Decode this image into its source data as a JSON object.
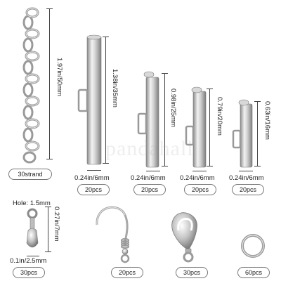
{
  "items": {
    "extender_chain": {
      "length_label": "1.97in/50mm",
      "qty": "30strand"
    },
    "slide_tube_1": {
      "height_label": "1.38in/35mm",
      "width_label": "0.24in/6mm",
      "qty": "20pcs"
    },
    "slide_tube_2": {
      "height_label": "0.98in/25mm",
      "width_label": "0.24in/6mm",
      "qty": "20pcs"
    },
    "slide_tube_3": {
      "height_label": "0.79in/20mm",
      "width_label": "0.24in/6mm",
      "qty": "20pcs"
    },
    "slide_tube_4": {
      "height_label": "0.63in/16mm",
      "width_label": "0.24in/6mm",
      "qty": "20pcs"
    },
    "chain_end_drop": {
      "hole_label": "Hole: 1.5mm",
      "height_label": "0.27in/7mm",
      "width_label": "0.1in/2.5mm",
      "qty": "30pcs"
    },
    "earring_hook": {
      "qty": "20pcs"
    },
    "lobster_clasp": {
      "qty": "30pcs"
    },
    "jump_ring": {
      "qty": "60pcs"
    }
  },
  "colors": {
    "metal_light": "#e8e8e8",
    "metal_mid": "#b8b8b8",
    "metal_dark": "#7a7a7a",
    "badge_border": "#777777"
  }
}
